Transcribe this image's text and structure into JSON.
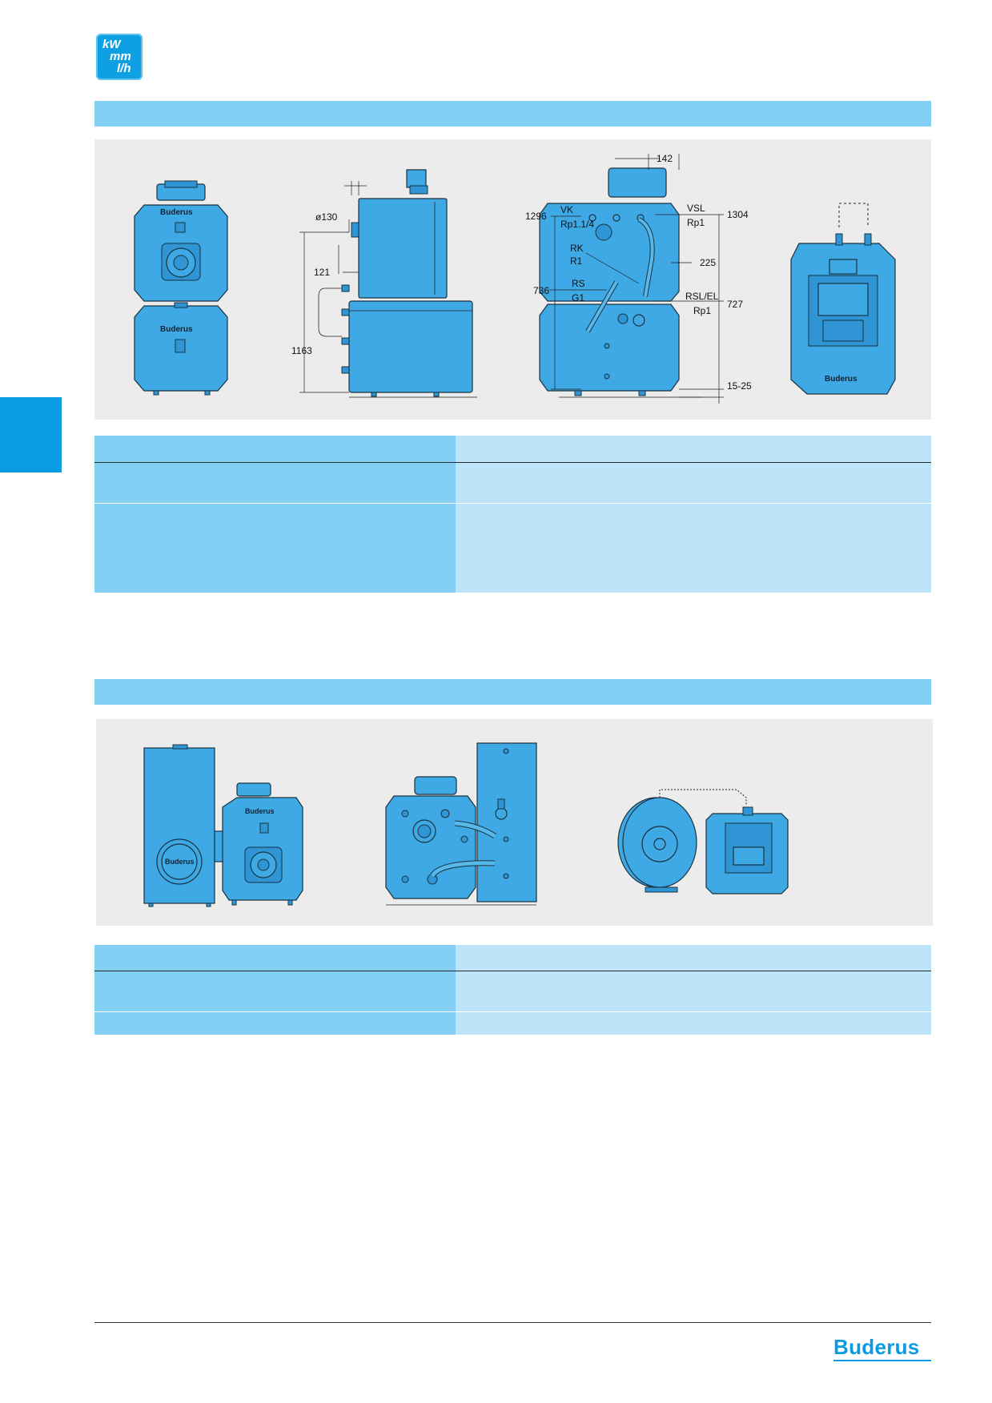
{
  "icon": {
    "name": "unit-kw-mm-lh-icon",
    "lines": [
      "kW",
      "mm",
      "l/h"
    ],
    "color": "#0f9fe3"
  },
  "colors": {
    "band": "#84d0f5",
    "cell_left": "#84d0f5",
    "cell_right": "#bde5f9",
    "figure_bg": "#ececec",
    "boiler": "#3fa9e6",
    "brand": "#0a9be3"
  },
  "figure1": {
    "brand_front_upper": "Buderus",
    "brand_front_lower": "Buderus",
    "brand_top": "Buderus",
    "dims": {
      "d130": "ø130",
      "d121": "121",
      "d1163": "1163",
      "d142": "142",
      "d1296": "1296",
      "d1304": "1304",
      "d736": "736",
      "d727": "727",
      "d225": "225",
      "d15_25": "15-25"
    },
    "ports": {
      "vk": "VK",
      "vk_thread": "Rp1.1/4",
      "vsl": "VSL",
      "vsl_thread": "Rp1",
      "rk": "RK",
      "rk_thread": "R1",
      "rs": "RS",
      "rs_thread": "G1",
      "rsl": "RSL/EL",
      "rsl_thread": "Rp1"
    }
  },
  "figure2": {
    "brand_tank": "Buderus",
    "brand_boiler": "Buderus"
  },
  "footer": {
    "brand": "Buderus"
  }
}
